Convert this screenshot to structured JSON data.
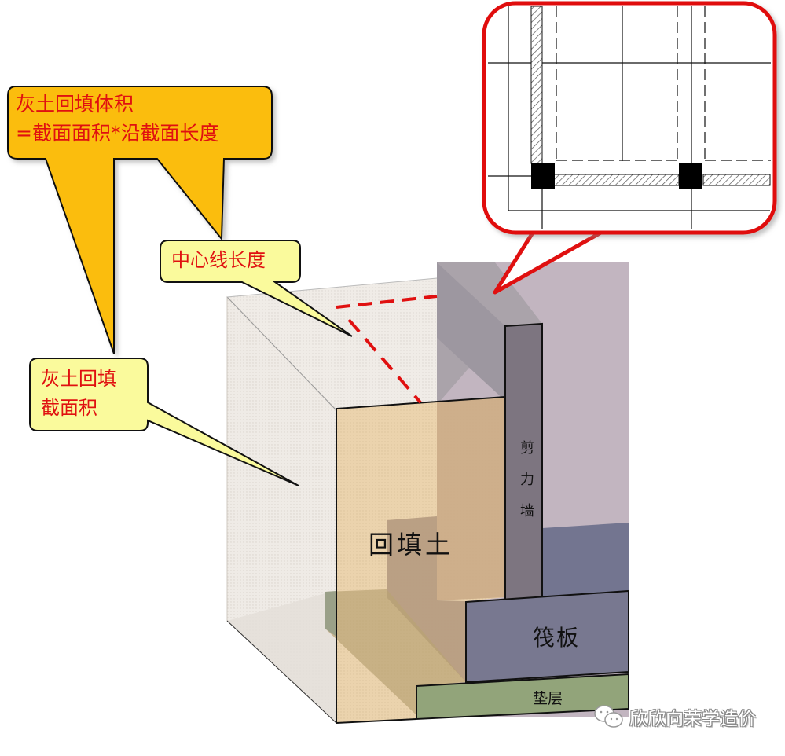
{
  "callouts": {
    "volume_formula": {
      "line1": "灰土回填体积",
      "line2": "=截面面积*沿截面长度",
      "fill": "#fbbd08"
    },
    "centerline_length": {
      "text": "中心线长度",
      "fill": "#fafa9c"
    },
    "section_area": {
      "line1": "灰土回填",
      "line2": "截面积",
      "fill": "#fafa9c"
    },
    "text_color": "#e01010"
  },
  "labels": {
    "backfill": "回填土",
    "shear_wall": "剪力墙",
    "raft": "筏板",
    "cushion": "垫层"
  },
  "inset": {
    "border_color": "#e01010",
    "description": "plan view detail of wall corner with hatched wall and black columns"
  },
  "colors": {
    "backfill_front": "#e9cfa6",
    "backfill_dark": "#b9987a",
    "shear_wall": "#7d7580",
    "raft": "#787890",
    "cushion": "#92a47a",
    "transparent_box": "#efebe6",
    "back_wall": "#c2b5c0",
    "dash_line": "#e01010"
  },
  "watermark": {
    "icon": "wechat-icon",
    "text": "欣欣向荣学造价"
  }
}
